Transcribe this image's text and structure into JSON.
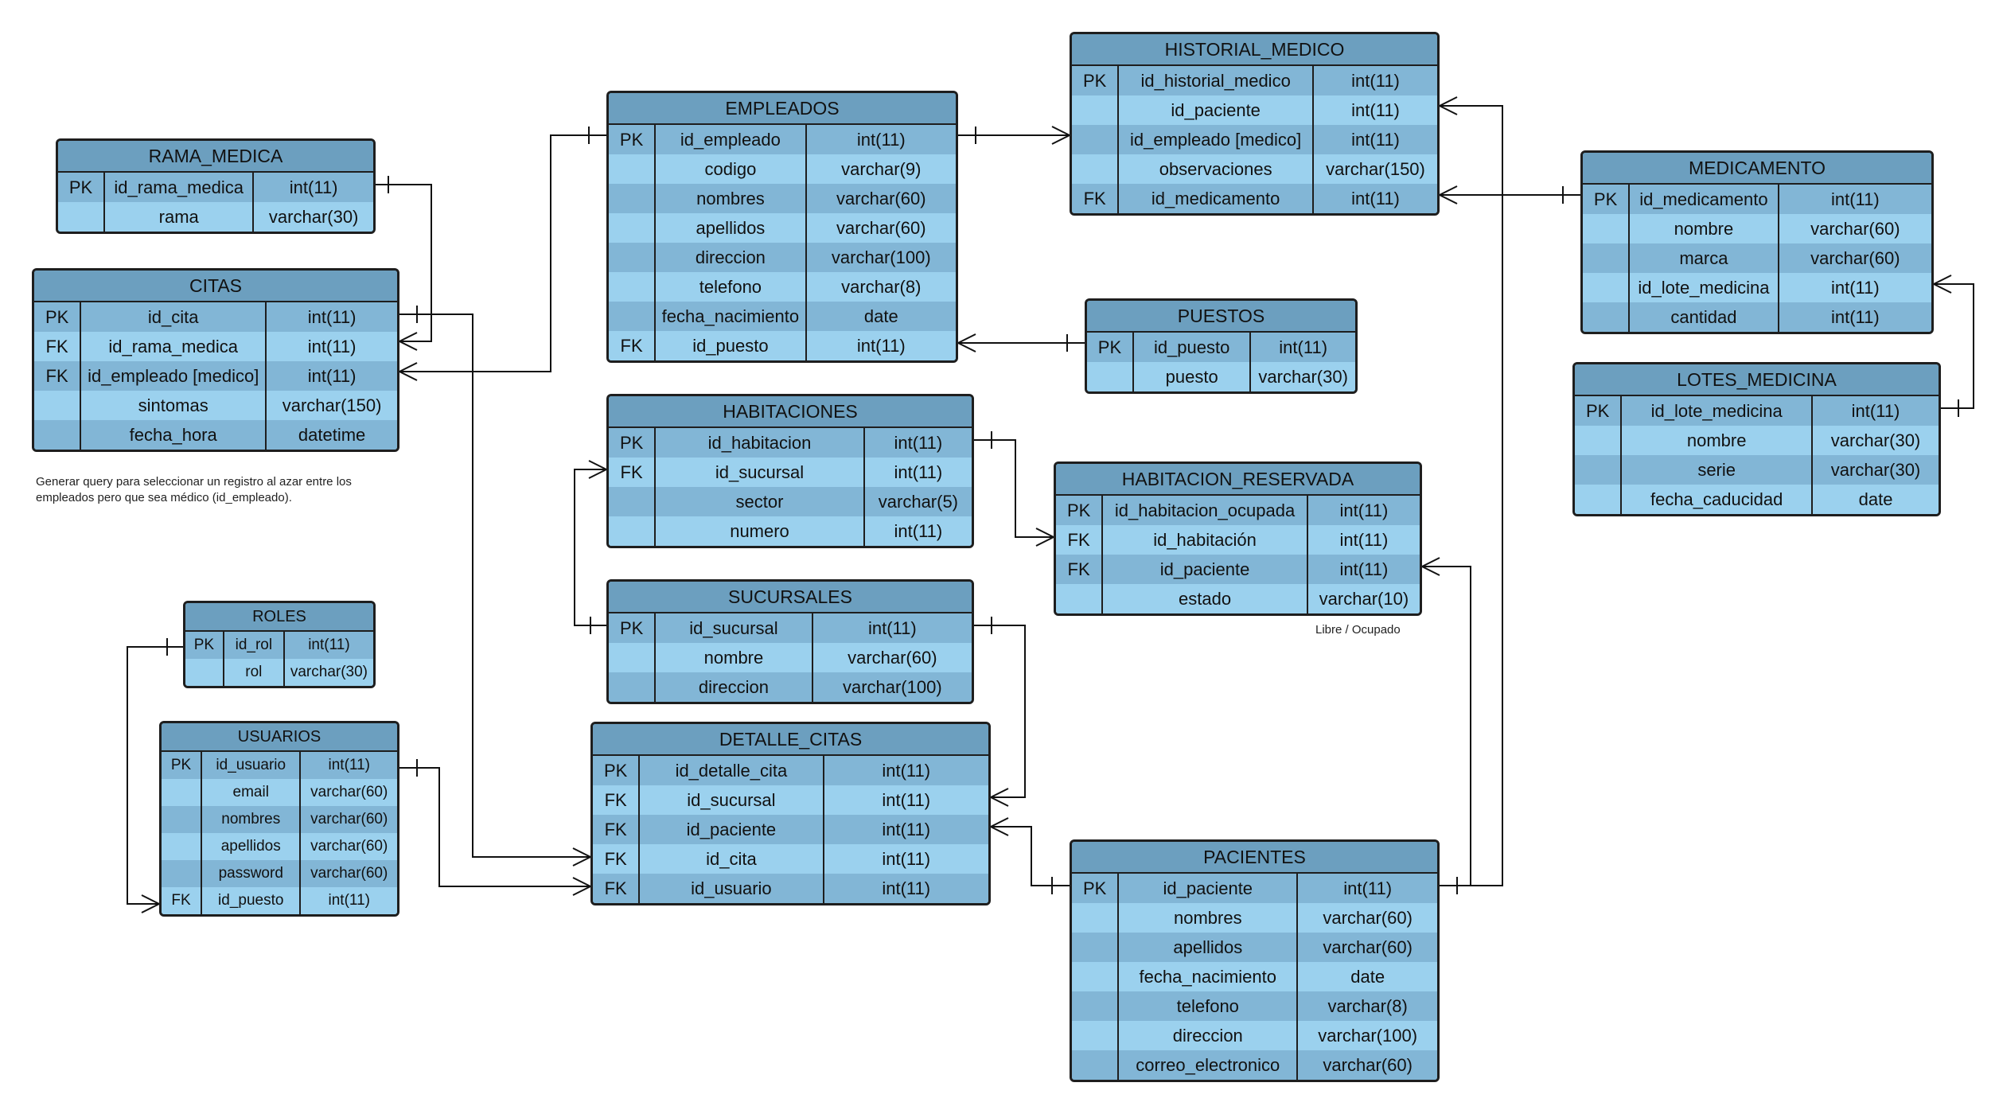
{
  "tables": {
    "rama_medica": {
      "title": "RAMA_MEDICA",
      "rows": [
        [
          "PK",
          "id_rama_medica",
          "int(11)"
        ],
        [
          "",
          "rama",
          "varchar(30)"
        ]
      ]
    },
    "citas": {
      "title": "CITAS",
      "rows": [
        [
          "PK",
          "id_cita",
          "int(11)"
        ],
        [
          "FK",
          "id_rama_medica",
          "int(11)"
        ],
        [
          "FK",
          "id_empleado [medico]",
          "int(11)"
        ],
        [
          "",
          "sintomas",
          "varchar(150)"
        ],
        [
          "",
          "fecha_hora",
          "datetime"
        ]
      ]
    },
    "empleados": {
      "title": "EMPLEADOS",
      "rows": [
        [
          "PK",
          "id_empleado",
          "int(11)"
        ],
        [
          "",
          "codigo",
          "varchar(9)"
        ],
        [
          "",
          "nombres",
          "varchar(60)"
        ],
        [
          "",
          "apellidos",
          "varchar(60)"
        ],
        [
          "",
          "direccion",
          "varchar(100)"
        ],
        [
          "",
          "telefono",
          "varchar(8)"
        ],
        [
          "",
          "fecha_nacimiento",
          "date"
        ],
        [
          "FK",
          "id_puesto",
          "int(11)"
        ]
      ]
    },
    "historial_medico": {
      "title": "HISTORIAL_MEDICO",
      "rows": [
        [
          "PK",
          "id_historial_medico",
          "int(11)"
        ],
        [
          "",
          "id_paciente",
          "int(11)"
        ],
        [
          "",
          "id_empleado [medico]",
          "int(11)"
        ],
        [
          "",
          "observaciones",
          "varchar(150)"
        ],
        [
          "FK",
          "id_medicamento",
          "int(11)"
        ]
      ]
    },
    "medicamento": {
      "title": "MEDICAMENTO",
      "rows": [
        [
          "PK",
          "id_medicamento",
          "int(11)"
        ],
        [
          "",
          "nombre",
          "varchar(60)"
        ],
        [
          "",
          "marca",
          "varchar(60)"
        ],
        [
          "",
          "id_lote_medicina",
          "int(11)"
        ],
        [
          "",
          "cantidad",
          "int(11)"
        ]
      ]
    },
    "puestos": {
      "title": "PUESTOS",
      "rows": [
        [
          "PK",
          "id_puesto",
          "int(11)"
        ],
        [
          "",
          "puesto",
          "varchar(30)"
        ]
      ]
    },
    "lotes_medicina": {
      "title": "LOTES_MEDICINA",
      "rows": [
        [
          "PK",
          "id_lote_medicina",
          "int(11)"
        ],
        [
          "",
          "nombre",
          "varchar(30)"
        ],
        [
          "",
          "serie",
          "varchar(30)"
        ],
        [
          "",
          "fecha_caducidad",
          "date"
        ]
      ]
    },
    "habitaciones": {
      "title": "HABITACIONES",
      "rows": [
        [
          "PK",
          "id_habitacion",
          "int(11)"
        ],
        [
          "FK",
          "id_sucursal",
          "int(11)"
        ],
        [
          "",
          "sector",
          "varchar(5)"
        ],
        [
          "",
          "numero",
          "int(11)"
        ]
      ]
    },
    "habitacion_reservada": {
      "title": "HABITACION_RESERVADA",
      "rows": [
        [
          "PK",
          "id_habitacion_ocupada",
          "int(11)"
        ],
        [
          "FK",
          "id_habitación",
          "int(11)"
        ],
        [
          "FK",
          "id_paciente",
          "int(11)"
        ],
        [
          "",
          "estado",
          "varchar(10)"
        ]
      ]
    },
    "sucursales": {
      "title": "SUCURSALES",
      "rows": [
        [
          "PK",
          "id_sucursal",
          "int(11)"
        ],
        [
          "",
          "nombre",
          "varchar(60)"
        ],
        [
          "",
          "direccion",
          "varchar(100)"
        ]
      ]
    },
    "roles": {
      "title": "ROLES",
      "rows": [
        [
          "PK",
          "id_rol",
          "int(11)"
        ],
        [
          "",
          "rol",
          "varchar(30)"
        ]
      ]
    },
    "usuarios": {
      "title": "USUARIOS",
      "rows": [
        [
          "PK",
          "id_usuario",
          "int(11)"
        ],
        [
          "",
          "email",
          "varchar(60)"
        ],
        [
          "",
          "nombres",
          "varchar(60)"
        ],
        [
          "",
          "apellidos",
          "varchar(60)"
        ],
        [
          "",
          "password",
          "varchar(60)"
        ],
        [
          "FK",
          "id_puesto",
          "int(11)"
        ]
      ]
    },
    "detalle_citas": {
      "title": "DETALLE_CITAS",
      "rows": [
        [
          "PK",
          "id_detalle_cita",
          "int(11)"
        ],
        [
          "FK",
          "id_sucursal",
          "int(11)"
        ],
        [
          "FK",
          "id_paciente",
          "int(11)"
        ],
        [
          "FK",
          "id_cita",
          "int(11)"
        ],
        [
          "FK",
          "id_usuario",
          "int(11)"
        ]
      ]
    },
    "pacientes": {
      "title": "PACIENTES",
      "rows": [
        [
          "PK",
          "id_paciente",
          "int(11)"
        ],
        [
          "",
          "nombres",
          "varchar(60)"
        ],
        [
          "",
          "apellidos",
          "varchar(60)"
        ],
        [
          "",
          "fecha_nacimiento",
          "date"
        ],
        [
          "",
          "telefono",
          "varchar(8)"
        ],
        [
          "",
          "direccion",
          "varchar(100)"
        ],
        [
          "",
          "correo_electronico",
          "varchar(60)"
        ]
      ]
    }
  },
  "notes": {
    "citas_query_line1": "Generar query para seleccionar un registro al azar entre los",
    "citas_query_line2": "empleados pero que sea médico (id_empleado).",
    "estado_values": "Libre / Ocupado"
  },
  "colors": {
    "header": "#6c9fbf",
    "row_light": "#9bd1ee",
    "row_dark": "#82b6d6",
    "border": "#1e1e1e"
  }
}
